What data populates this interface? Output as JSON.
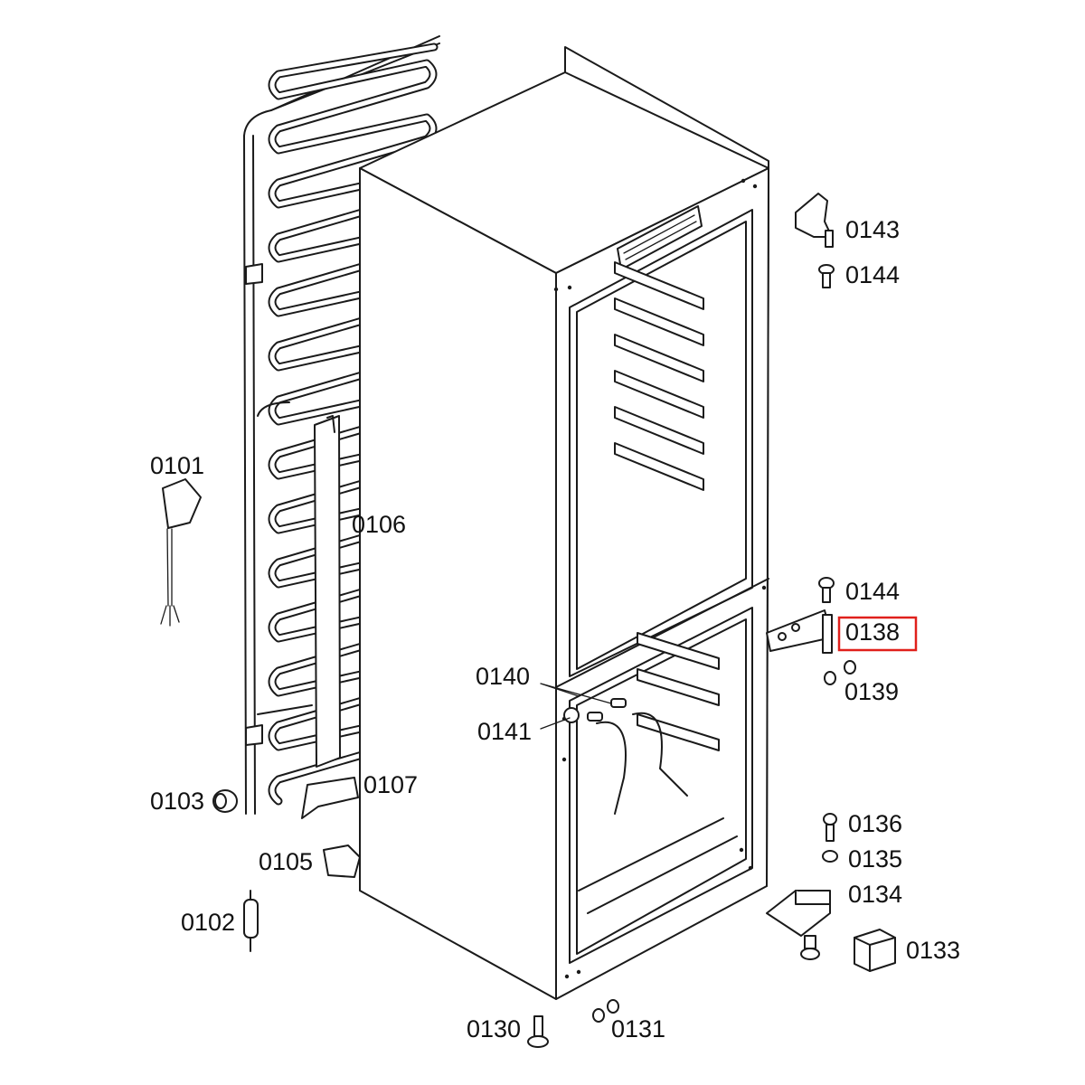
{
  "diagram": {
    "highlighted_part": "0138",
    "highlight_color": "#e0201b",
    "part_labels": [
      "0101",
      "0102",
      "0103",
      "0105",
      "0106",
      "0107",
      "0130",
      "0131",
      "0133",
      "0134",
      "0135",
      "0136",
      "0138",
      "0139",
      "0140",
      "0141",
      "0143",
      "0144",
      "0144"
    ]
  }
}
